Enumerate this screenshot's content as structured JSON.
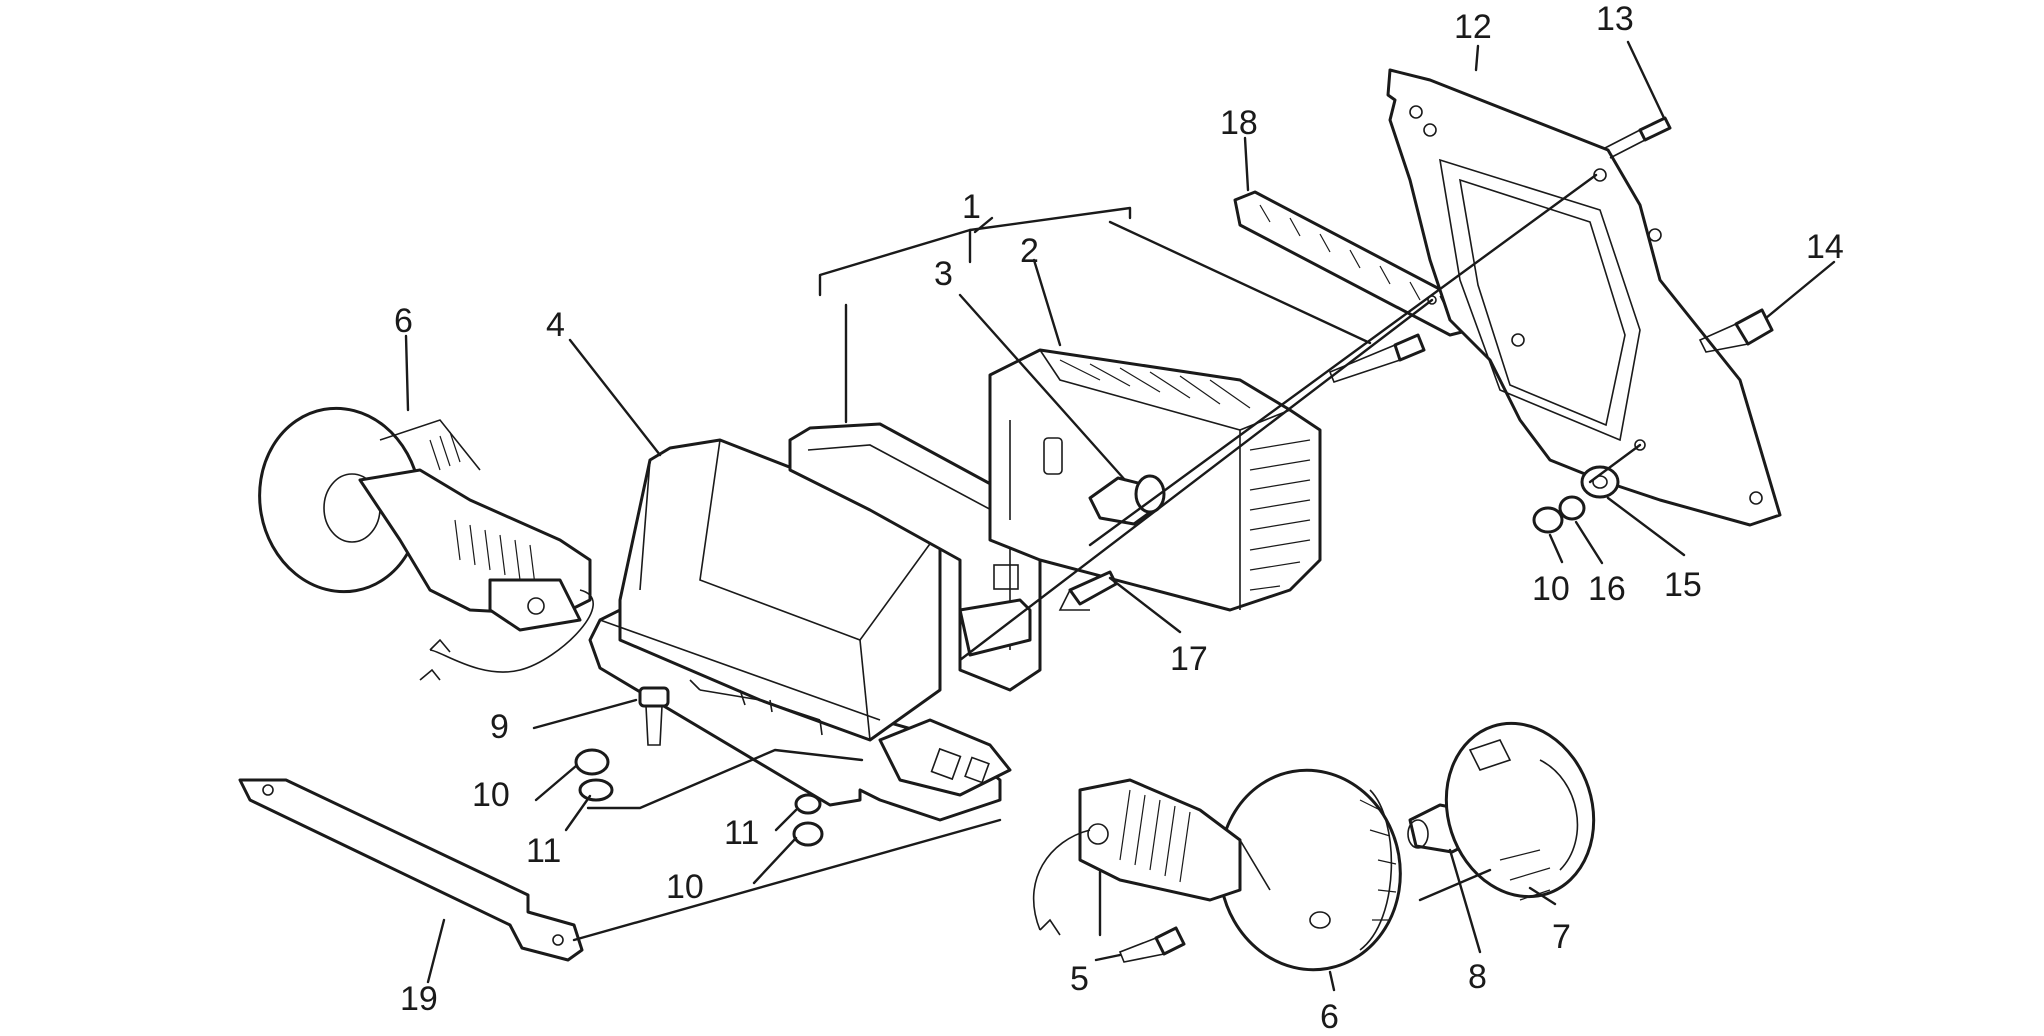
{
  "labels": {
    "l1": "1",
    "l2": "2",
    "l3": "3",
    "l4": "4",
    "l5": "5",
    "l6a": "6",
    "l6b": "6",
    "l7": "7",
    "l8": "8",
    "l9": "9",
    "l10a": "10",
    "l10b": "10",
    "l10c": "10",
    "l11a": "11",
    "l11b": "11",
    "l12": "12",
    "l13": "13",
    "l14": "14",
    "l15": "15",
    "l16": "16",
    "l17": "17",
    "l18": "18",
    "l19": "19"
  }
}
